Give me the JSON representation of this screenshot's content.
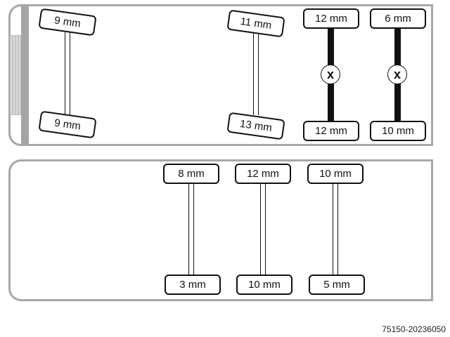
{
  "truck": {
    "axles": [
      {
        "top": "9 mm",
        "bottom": "9 mm",
        "lifted": false
      },
      {
        "top": "11 mm",
        "bottom": "13 mm",
        "lifted": false
      },
      {
        "top": "12 mm",
        "bottom": "12 mm",
        "lifted": true,
        "marker": "x"
      },
      {
        "top": "6 mm",
        "bottom": "10 mm",
        "lifted": true,
        "marker": "x"
      }
    ]
  },
  "trailer": {
    "axles": [
      {
        "top": "8 mm",
        "bottom": "3 mm"
      },
      {
        "top": "12 mm",
        "bottom": "10 mm"
      },
      {
        "top": "10 mm",
        "bottom": "5 mm"
      }
    ]
  },
  "footer": {
    "reference": "75150-20236050"
  }
}
